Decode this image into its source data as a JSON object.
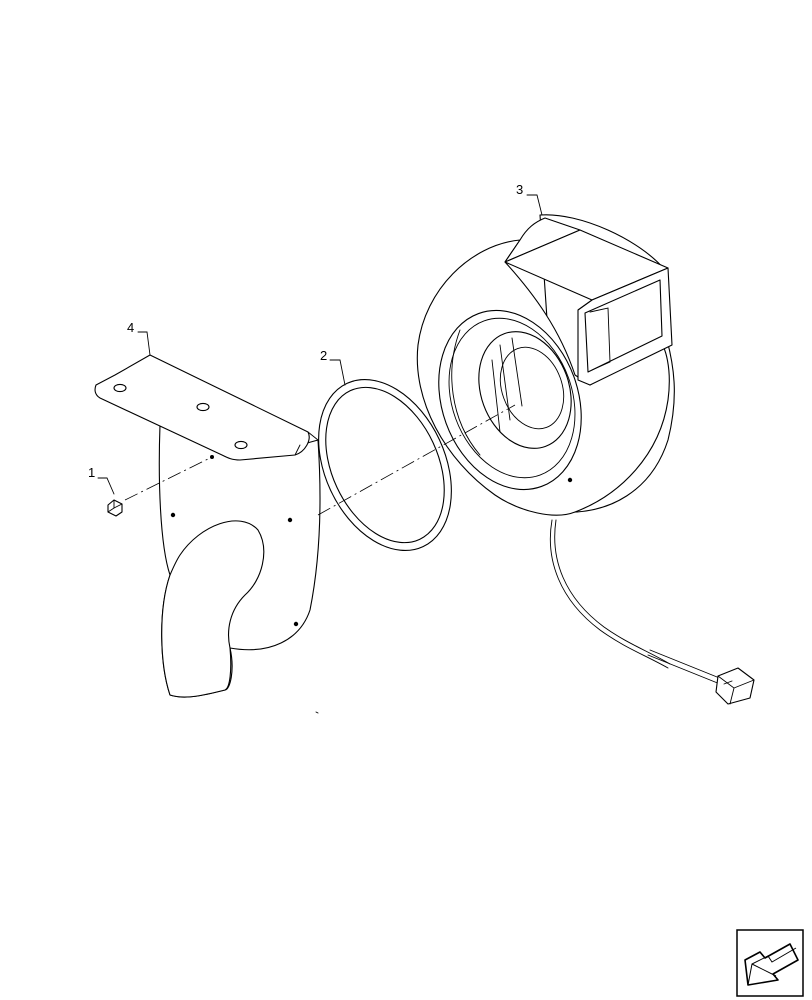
{
  "callouts": [
    {
      "id": "1",
      "label": "1"
    },
    {
      "id": "2",
      "label": "2"
    },
    {
      "id": "3",
      "label": "3"
    },
    {
      "id": "4",
      "label": "4"
    }
  ],
  "parts": {
    "screw": "screw-icon",
    "gasket": "gasket-ring",
    "blower": "blower-fan-housing",
    "bracket": "mounting-bracket"
  },
  "nav_icon": "next-page-arrow-icon"
}
